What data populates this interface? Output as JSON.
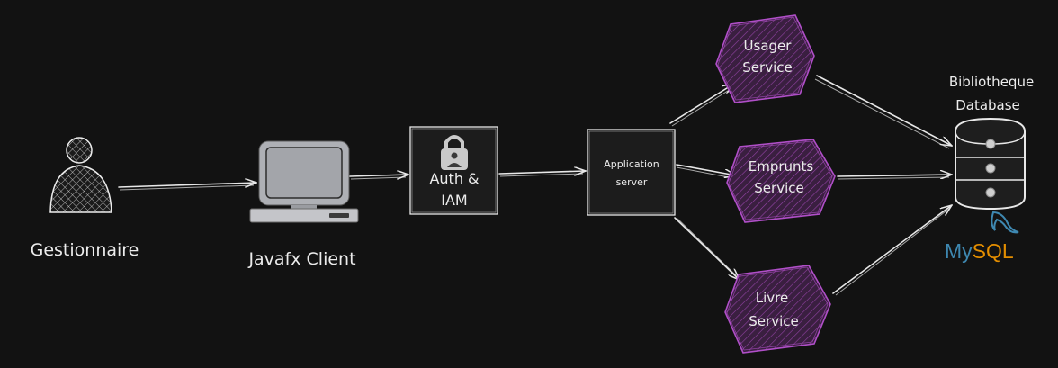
{
  "nodes": {
    "actor": {
      "label": "Gestionnaire"
    },
    "client": {
      "label": "Javafx Client"
    },
    "auth": {
      "line1": "Auth &",
      "line2": "IAM"
    },
    "app_server": {
      "line1": "Application",
      "line2": "server"
    },
    "usager": {
      "line1": "Usager",
      "line2": "Service"
    },
    "emprunts": {
      "line1": "Emprunts",
      "line2": "Service"
    },
    "livre": {
      "line1": "Livre",
      "line2": "Service"
    },
    "database": {
      "line1": "Bibliotheque",
      "line2": "Database"
    },
    "mysql": {
      "part1": "My",
      "part2": "SQL"
    }
  },
  "colors": {
    "background": "#121212",
    "stroke": "#e8e8e8",
    "service_border": "#b04fc8",
    "service_fill": "#3a1f40",
    "mysql_blue": "#3e88b1",
    "mysql_orange": "#e48e00"
  },
  "icons": {
    "actor": "user-icon",
    "client": "desktop-computer-icon",
    "auth": "lock-icon",
    "database": "database-icon",
    "mysql": "mysql-dolphin-icon"
  }
}
